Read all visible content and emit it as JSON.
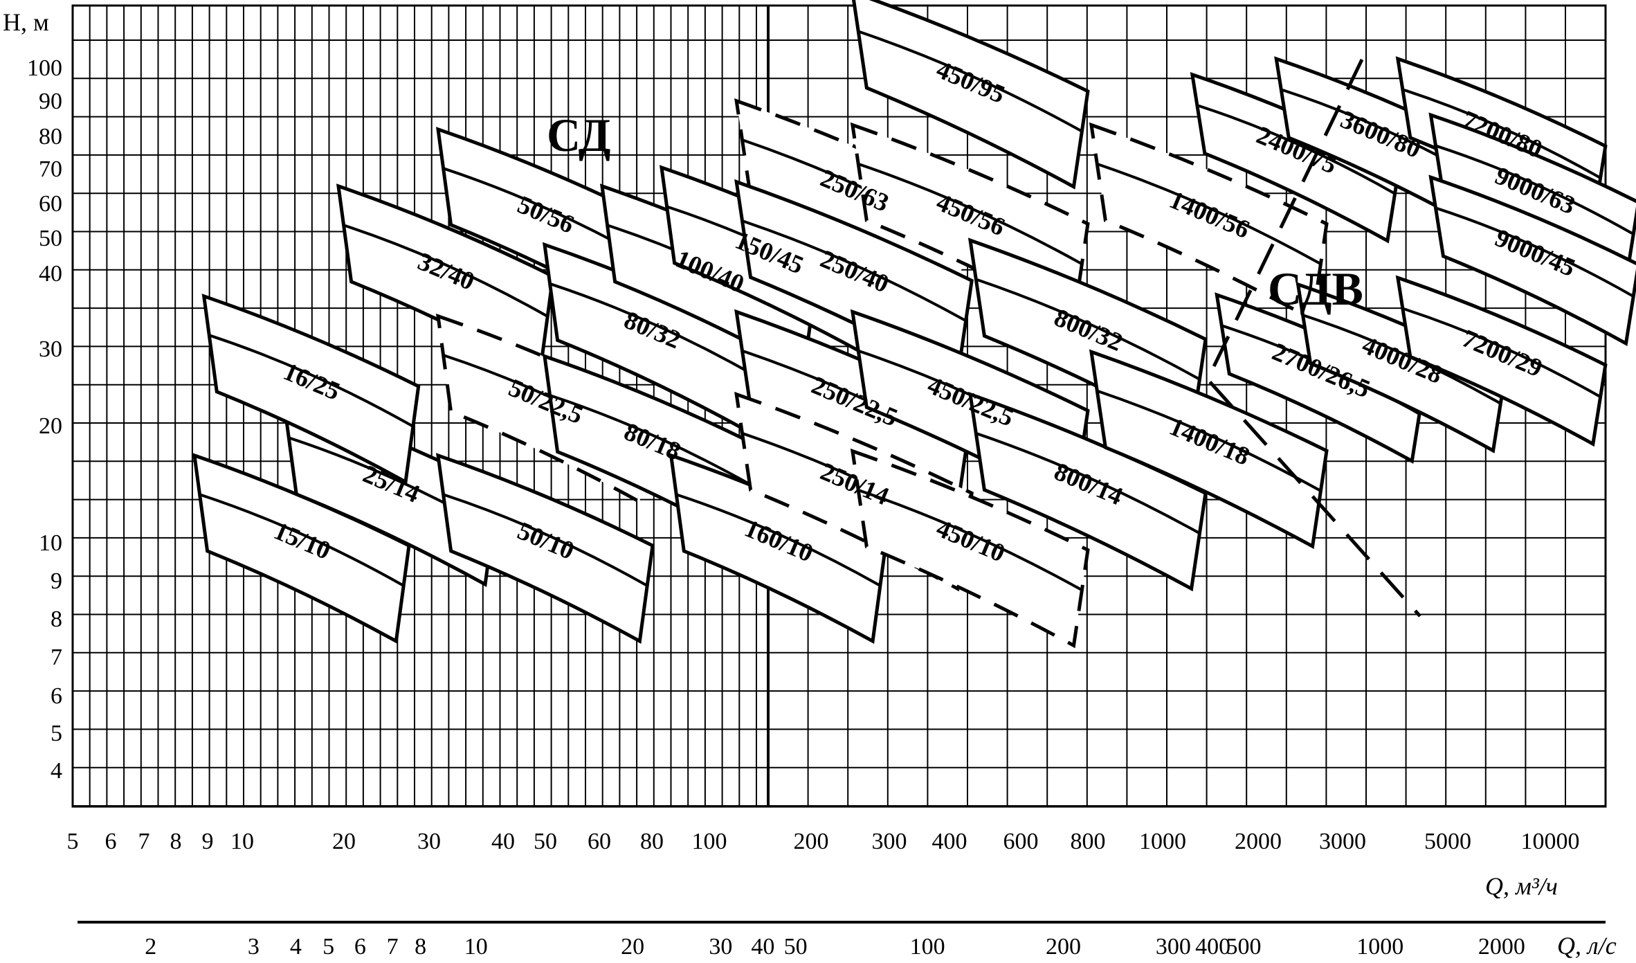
{
  "chart_data": {
    "type": "scatter",
    "title": "",
    "ylabel": "H, м",
    "xlabel": "Q, м³/ч",
    "x2label": "Q, л/с",
    "y_ticks": [
      "4",
      "5",
      "6",
      "7",
      "8",
      "9",
      "10",
      "20",
      "30",
      "40",
      "50",
      "60",
      "70",
      "80",
      "90",
      "100"
    ],
    "x_ticks_m3h": [
      "5",
      "6",
      "7",
      "8",
      "9",
      "10",
      "20",
      "30",
      "40",
      "50",
      "60",
      "80",
      "100",
      "200",
      "300",
      "400",
      "600",
      "800",
      "1000",
      "2000",
      "3000",
      "5000",
      "10000"
    ],
    "x_ticks_ls": [
      "2",
      "3",
      "4",
      "5",
      "6",
      "7",
      "8",
      "10",
      "20",
      "30",
      "40",
      "50",
      "100",
      "200",
      "300",
      "400",
      "500",
      "1000",
      "2000"
    ],
    "group_labels": [
      "СД",
      "СДВ"
    ],
    "pumps": [
      {
        "label": "15/10",
        "q": 15,
        "h": 10,
        "style": "solid"
      },
      {
        "label": "25/14",
        "q": 25,
        "h": 14,
        "style": "solid"
      },
      {
        "label": "16/25",
        "q": 16,
        "h": 25,
        "style": "solid"
      },
      {
        "label": "32/40",
        "q": 32,
        "h": 40,
        "style": "solid"
      },
      {
        "label": "50/56",
        "q": 50,
        "h": 56,
        "style": "solid"
      },
      {
        "label": "50/22,5",
        "q": 50,
        "h": 22.5,
        "style": "dashed"
      },
      {
        "label": "50/10",
        "q": 50,
        "h": 10,
        "style": "solid"
      },
      {
        "label": "80/32",
        "q": 80,
        "h": 32,
        "style": "solid"
      },
      {
        "label": "80/18",
        "q": 80,
        "h": 18,
        "style": "solid"
      },
      {
        "label": "100/40",
        "q": 100,
        "h": 40,
        "style": "solid"
      },
      {
        "label": "150/45",
        "q": 150,
        "h": 45,
        "style": "solid"
      },
      {
        "label": "160/10",
        "q": 160,
        "h": 10,
        "style": "solid"
      },
      {
        "label": "250/63",
        "q": 250,
        "h": 63,
        "style": "dashed"
      },
      {
        "label": "250/40",
        "q": 250,
        "h": 40,
        "style": "solid"
      },
      {
        "label": "250/22,5",
        "q": 250,
        "h": 22.5,
        "style": "solid"
      },
      {
        "label": "250/14",
        "q": 250,
        "h": 14,
        "style": "dashed"
      },
      {
        "label": "450/95",
        "q": 450,
        "h": 95,
        "style": "solid"
      },
      {
        "label": "450/56",
        "q": 450,
        "h": 56,
        "style": "dashed"
      },
      {
        "label": "450/22,5",
        "q": 450,
        "h": 22.5,
        "style": "solid"
      },
      {
        "label": "450/10",
        "q": 450,
        "h": 10,
        "style": "dashed"
      },
      {
        "label": "800/32",
        "q": 800,
        "h": 32,
        "style": "solid"
      },
      {
        "label": "800/14",
        "q": 800,
        "h": 14,
        "style": "solid"
      },
      {
        "label": "1400/56",
        "q": 1400,
        "h": 56,
        "style": "dashed"
      },
      {
        "label": "1400/18",
        "q": 1400,
        "h": 18,
        "style": "solid"
      },
      {
        "label": "2400/75",
        "q": 2400,
        "h": 75,
        "style": "solid"
      },
      {
        "label": "2700/26,5",
        "q": 2700,
        "h": 26.5,
        "style": "solid"
      },
      {
        "label": "3600/80",
        "q": 3600,
        "h": 80,
        "style": "solid"
      },
      {
        "label": "4000/28",
        "q": 4000,
        "h": 28,
        "style": "solid"
      },
      {
        "label": "7200/80",
        "q": 7200,
        "h": 80,
        "style": "solid"
      },
      {
        "label": "7200/29",
        "q": 7200,
        "h": 29,
        "style": "solid"
      },
      {
        "label": "9000/63",
        "q": 9000,
        "h": 63,
        "style": "solid"
      },
      {
        "label": "9000/45",
        "q": 9000,
        "h": 45,
        "style": "solid"
      }
    ],
    "grid": true
  }
}
